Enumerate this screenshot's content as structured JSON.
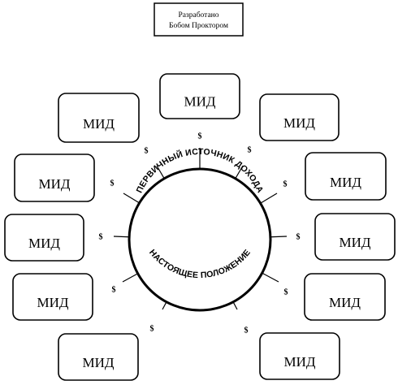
{
  "credit": {
    "line1": "Разработано",
    "line2": "Бобом Проктором"
  },
  "center": {
    "top_label": "ПЕРВИЧНЫЙ ИСТОЧНИК ДОХОДА",
    "bottom_label": "НАСТОЯЩЕЕ ПОЛОЖЕНИЕ"
  },
  "box_label": "МИД",
  "connector_symbol": "$"
}
